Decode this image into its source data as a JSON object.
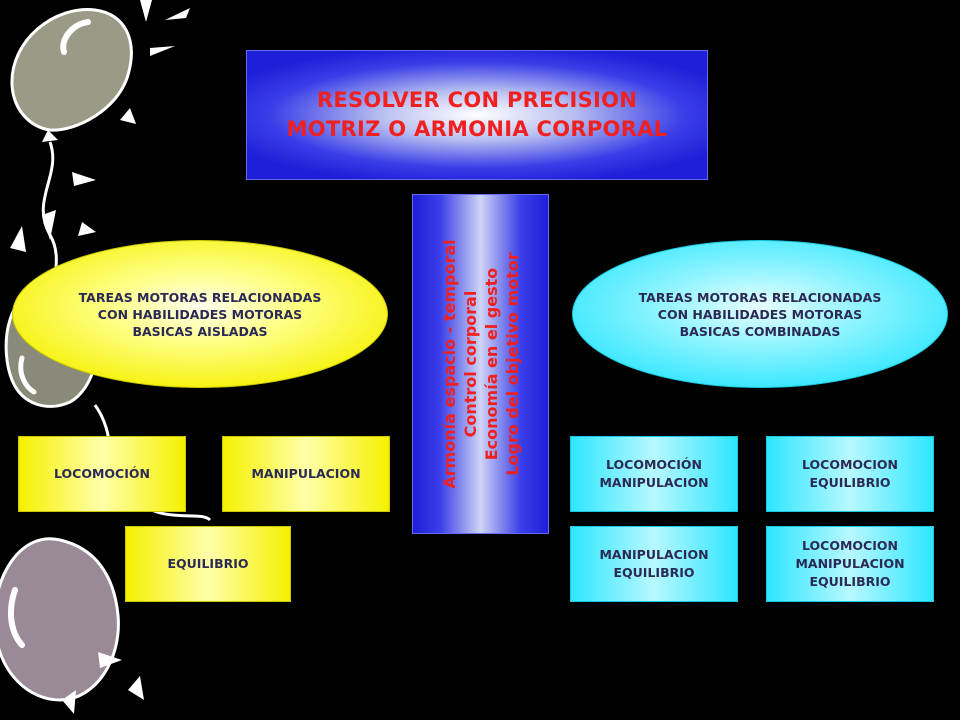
{
  "title": {
    "line1": "RESOLVER CON PRECISION",
    "line2": "MOTRIZ O ARMONIA CORPORAL"
  },
  "center_column": {
    "lines": [
      "Armonía espacio - temporal",
      "Control corporal",
      "Economía en el gesto",
      "Logro del objetivo motor"
    ]
  },
  "left_branch": {
    "lines": [
      "TAREAS MOTORAS RELACIONADAS",
      "CON HABILIDADES MOTORAS",
      "BASICAS AISLADAS"
    ],
    "boxes": [
      {
        "lines": [
          "LOCOMOCIÓN"
        ]
      },
      {
        "lines": [
          "MANIPULACION"
        ]
      },
      {
        "lines": [
          "EQUILIBRIO"
        ]
      }
    ]
  },
  "right_branch": {
    "lines": [
      "TAREAS MOTORAS RELACIONADAS",
      "CON HABILIDADES MOTORAS",
      "BASICAS COMBINADAS"
    ],
    "boxes": [
      {
        "lines": [
          "LOCOMOCIÓN",
          "MANIPULACION"
        ]
      },
      {
        "lines": [
          "LOCOMOCION",
          "EQUILIBRIO"
        ]
      },
      {
        "lines": [
          "MANIPULACION",
          "EQUILIBRIO"
        ]
      },
      {
        "lines": [
          "LOCOMOCION",
          "MANIPULACION",
          "EQUILIBRIO"
        ]
      }
    ]
  },
  "colors": {
    "background": "#000000",
    "title_text": "#f02020",
    "box_text": "#2a2a55",
    "blue": "#1f1fd8",
    "yellow": "#f5f000",
    "cyan": "#2ee6ff"
  },
  "decorations": [
    "balloon-icon",
    "balloon-icon",
    "balloon-icon",
    "confetti-icon"
  ]
}
